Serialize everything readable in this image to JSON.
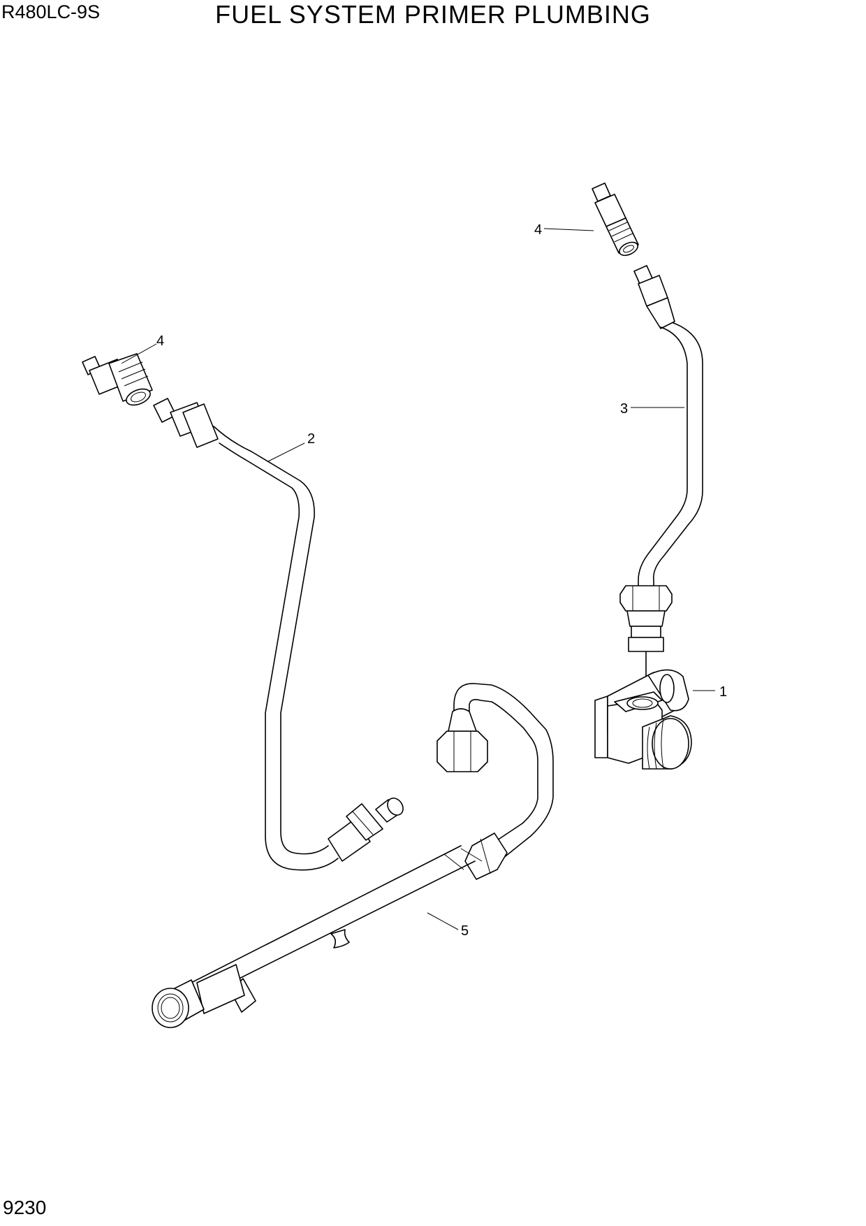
{
  "header": {
    "model": "R480LC-9S",
    "title": "FUEL SYSTEM PRIMER PLUMBING"
  },
  "footer": {
    "page_number": "9230"
  },
  "callouts": {
    "c1": "1",
    "c2": "2",
    "c3": "3",
    "c4_upper": "4",
    "c4_left": "4",
    "c5": "5"
  }
}
